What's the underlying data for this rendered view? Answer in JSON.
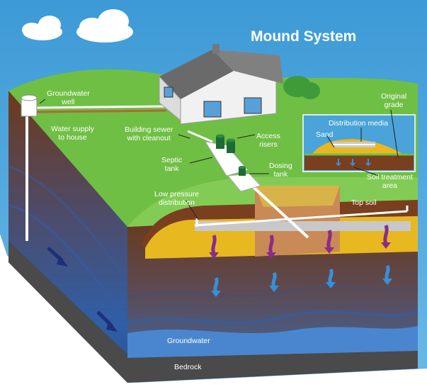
{
  "title": "Mound System",
  "labels": {
    "groundwater_well": "Groundwater\nwell",
    "water_supply": "Water supply\nto house",
    "building_sewer": "Building sewer\nwith cleanout",
    "access_risers": "Access\nrisers",
    "septic_tank": "Septic\ntank",
    "dosing_tank": "Dosing\ntank",
    "low_pressure": "Low pressure\ndistribution",
    "top_soil": "Top soil",
    "original_grade": "Original\ngrade",
    "distribution_media": "Distribution media",
    "sand": "Sand",
    "soil_treatment": "Soil treatment\narea",
    "groundwater": "Groundwater",
    "bedrock": "Bedrock"
  },
  "colors": {
    "sky": "#4aa3d9",
    "grass": "#6fbf44",
    "soil": "#7a3f1f",
    "sand": "#e8b820",
    "groundwater": "#3a78c4",
    "bedrock": "#3c3c3c",
    "effluent": "#8a2c8a",
    "clean_flow": "#3a8fd9"
  }
}
